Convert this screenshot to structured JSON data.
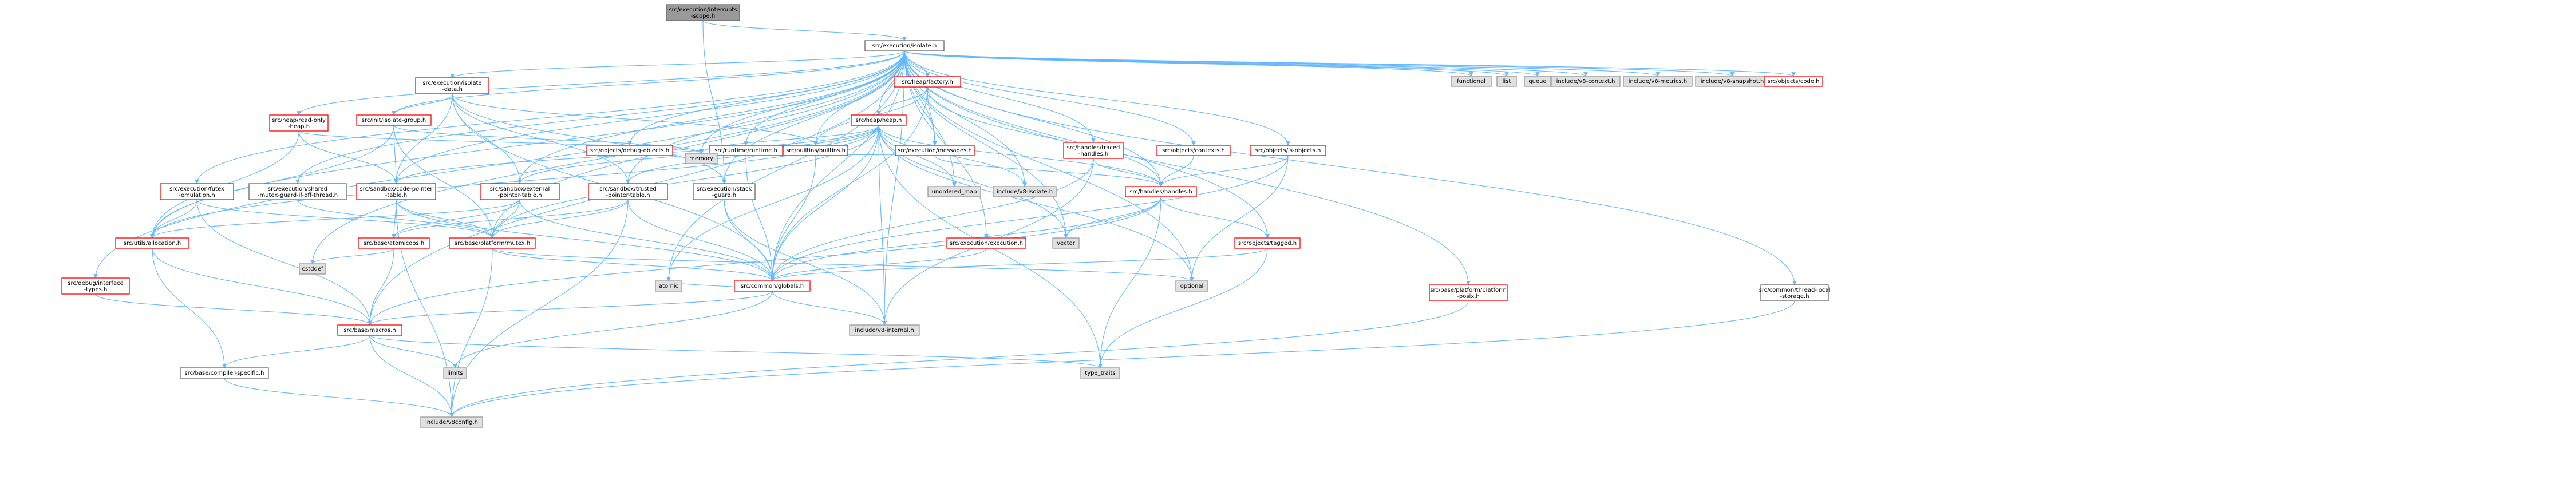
{
  "diagram": {
    "nodes": [
      {
        "id": "interrupts",
        "lines": [
          "src/execution/interrupts",
          "-scope.h"
        ],
        "style": "root"
      },
      {
        "id": "isolate",
        "lines": [
          "src/execution/isolate.h"
        ],
        "style": "black"
      },
      {
        "id": "isolate_data",
        "lines": [
          "src/execution/isolate",
          "-data.h"
        ],
        "style": "red"
      },
      {
        "id": "factory",
        "lines": [
          "src/heap/factory.h"
        ],
        "style": "red"
      },
      {
        "id": "functional",
        "lines": [
          "functional"
        ],
        "style": "gray"
      },
      {
        "id": "list",
        "lines": [
          "list"
        ],
        "style": "gray"
      },
      {
        "id": "queue",
        "lines": [
          "queue"
        ],
        "style": "gray"
      },
      {
        "id": "v8_context",
        "lines": [
          "include/v8-context.h"
        ],
        "style": "gray"
      },
      {
        "id": "v8_metrics",
        "lines": [
          "include/v8-metrics.h"
        ],
        "style": "gray"
      },
      {
        "id": "v8_snapshot",
        "lines": [
          "include/v8-snapshot.h"
        ],
        "style": "gray"
      },
      {
        "id": "objects_code",
        "lines": [
          "src/objects/code.h"
        ],
        "style": "red"
      },
      {
        "id": "readonly_heap",
        "lines": [
          "src/heap/read-only",
          "-heap.h"
        ],
        "style": "red"
      },
      {
        "id": "isolate_group",
        "lines": [
          "src/init/isolate-group.h"
        ],
        "style": "red"
      },
      {
        "id": "debug_objects",
        "lines": [
          "src/objects/debug-objects.h"
        ],
        "style": "red"
      },
      {
        "id": "runtime",
        "lines": [
          "src/runtime/runtime.h"
        ],
        "style": "red"
      },
      {
        "id": "builtins",
        "lines": [
          "src/builtins/builtins.h"
        ],
        "style": "red"
      },
      {
        "id": "messages",
        "lines": [
          "src/execution/messages.h"
        ],
        "style": "red"
      },
      {
        "id": "heap",
        "lines": [
          "src/heap/heap.h"
        ],
        "style": "red"
      },
      {
        "id": "traced_handles",
        "lines": [
          "src/handles/traced",
          "-handles.h"
        ],
        "style": "red"
      },
      {
        "id": "contexts",
        "lines": [
          "src/objects/contexts.h"
        ],
        "style": "red"
      },
      {
        "id": "js_objects",
        "lines": [
          "src/objects/js-objects.h"
        ],
        "style": "red"
      },
      {
        "id": "futex",
        "lines": [
          "src/execution/futex",
          "-emulation.h"
        ],
        "style": "red"
      },
      {
        "id": "shared_mutex",
        "lines": [
          "src/execution/shared",
          "-mutex-guard-if-off-thread.h"
        ],
        "style": "black"
      },
      {
        "id": "code_pointer",
        "lines": [
          "src/sandbox/code-pointer",
          "-table.h"
        ],
        "style": "red"
      },
      {
        "id": "external_pointer",
        "lines": [
          "src/sandbox/external",
          "-pointer-table.h"
        ],
        "style": "red"
      },
      {
        "id": "trusted_pointer",
        "lines": [
          "src/sandbox/trusted",
          "-pointer-table.h"
        ],
        "style": "red"
      },
      {
        "id": "stack_guard",
        "lines": [
          "src/execution/stack",
          "-guard.h"
        ],
        "style": "black"
      },
      {
        "id": "memory",
        "lines": [
          "memory"
        ],
        "style": "gray"
      },
      {
        "id": "unordered_map",
        "lines": [
          "unordered_map"
        ],
        "style": "gray"
      },
      {
        "id": "v8_isolate",
        "lines": [
          "include/v8-isolate.h"
        ],
        "style": "gray"
      },
      {
        "id": "handles",
        "lines": [
          "src/handles/handles.h"
        ],
        "style": "red"
      },
      {
        "id": "allocation",
        "lines": [
          "src/utils/allocation.h"
        ],
        "style": "red"
      },
      {
        "id": "atomicops",
        "lines": [
          "src/base/atomicops.h"
        ],
        "style": "red"
      },
      {
        "id": "mutex",
        "lines": [
          "src/base/platform/mutex.h"
        ],
        "style": "red"
      },
      {
        "id": "vector",
        "lines": [
          "vector"
        ],
        "style": "gray"
      },
      {
        "id": "execution",
        "lines": [
          "src/execution/execution.h"
        ],
        "style": "red"
      },
      {
        "id": "tagged",
        "lines": [
          "src/objects/tagged.h"
        ],
        "style": "red"
      },
      {
        "id": "cstddef",
        "lines": [
          "cstddef"
        ],
        "style": "gray"
      },
      {
        "id": "debug_interface",
        "lines": [
          "src/debug/interface",
          "-types.h"
        ],
        "style": "red"
      },
      {
        "id": "globals",
        "lines": [
          "src/common/globals.h"
        ],
        "style": "red"
      },
      {
        "id": "atomic",
        "lines": [
          "atomic"
        ],
        "style": "gray"
      },
      {
        "id": "optional",
        "lines": [
          "optional"
        ],
        "style": "gray"
      },
      {
        "id": "platform_posix",
        "lines": [
          "src/base/platform/platform",
          "-posix.h"
        ],
        "style": "red"
      },
      {
        "id": "thread_local",
        "lines": [
          "src/common/thread-local",
          "-storage.h"
        ],
        "style": "black"
      },
      {
        "id": "macros",
        "lines": [
          "src/base/macros.h"
        ],
        "style": "red"
      },
      {
        "id": "v8_internal",
        "lines": [
          "include/v8-internal.h"
        ],
        "style": "gray"
      },
      {
        "id": "compiler_specific",
        "lines": [
          "src/base/compiler-specific.h"
        ],
        "style": "black"
      },
      {
        "id": "limits",
        "lines": [
          "limits"
        ],
        "style": "gray"
      },
      {
        "id": "type_traits",
        "lines": [
          "type_traits"
        ],
        "style": "gray"
      },
      {
        "id": "v8config",
        "lines": [
          "include/v8config.h"
        ],
        "style": "gray"
      }
    ],
    "edges": [
      [
        "interrupts",
        "isolate"
      ],
      [
        "interrupts",
        "stack_guard"
      ],
      [
        "isolate",
        "isolate_data"
      ],
      [
        "isolate",
        "factory"
      ],
      [
        "isolate",
        "functional"
      ],
      [
        "isolate",
        "list"
      ],
      [
        "isolate",
        "queue"
      ],
      [
        "isolate",
        "v8_context"
      ],
      [
        "isolate",
        "v8_metrics"
      ],
      [
        "isolate",
        "v8_snapshot"
      ],
      [
        "isolate",
        "objects_code"
      ],
      [
        "isolate",
        "readonly_heap"
      ],
      [
        "isolate",
        "isolate_group"
      ],
      [
        "isolate",
        "debug_objects"
      ],
      [
        "isolate",
        "runtime"
      ],
      [
        "isolate",
        "builtins"
      ],
      [
        "isolate",
        "messages"
      ],
      [
        "isolate",
        "heap"
      ],
      [
        "isolate",
        "traced_handles"
      ],
      [
        "isolate",
        "contexts"
      ],
      [
        "isolate",
        "js_objects"
      ],
      [
        "isolate",
        "futex"
      ],
      [
        "isolate",
        "shared_mutex"
      ],
      [
        "isolate",
        "code_pointer"
      ],
      [
        "isolate",
        "external_pointer"
      ],
      [
        "isolate",
        "trusted_pointer"
      ],
      [
        "isolate",
        "stack_guard"
      ],
      [
        "isolate",
        "memory"
      ],
      [
        "isolate",
        "unordered_map"
      ],
      [
        "isolate",
        "v8_isolate"
      ],
      [
        "isolate",
        "handles"
      ],
      [
        "isolate",
        "allocation"
      ],
      [
        "isolate",
        "mutex"
      ],
      [
        "isolate",
        "vector"
      ],
      [
        "isolate",
        "tagged"
      ],
      [
        "isolate",
        "debug_interface"
      ],
      [
        "isolate",
        "globals"
      ],
      [
        "isolate",
        "atomic"
      ],
      [
        "isolate",
        "optional"
      ],
      [
        "isolate",
        "platform_posix"
      ],
      [
        "isolate",
        "thread_local"
      ],
      [
        "isolate",
        "macros"
      ],
      [
        "isolate",
        "v8_internal"
      ],
      [
        "isolate",
        "cstddef"
      ],
      [
        "isolate",
        "execution"
      ],
      [
        "isolate_data",
        "builtins"
      ],
      [
        "isolate_data",
        "isolate_group"
      ],
      [
        "isolate_data",
        "external_pointer"
      ],
      [
        "isolate_data",
        "trusted_pointer"
      ],
      [
        "isolate_data",
        "code_pointer"
      ],
      [
        "isolate_data",
        "stack_guard"
      ],
      [
        "isolate_data",
        "globals"
      ],
      [
        "factory",
        "heap"
      ],
      [
        "factory",
        "builtins"
      ],
      [
        "factory",
        "messages"
      ],
      [
        "factory",
        "handles"
      ],
      [
        "factory",
        "globals"
      ],
      [
        "readonly_heap",
        "code_pointer"
      ],
      [
        "readonly_heap",
        "allocation"
      ],
      [
        "readonly_heap",
        "memory"
      ],
      [
        "isolate_group",
        "code_pointer"
      ],
      [
        "isolate_group",
        "memory"
      ],
      [
        "isolate_group",
        "mutex"
      ],
      [
        "isolate_group",
        "allocation"
      ],
      [
        "debug_objects",
        "memory"
      ],
      [
        "runtime",
        "memory"
      ],
      [
        "runtime",
        "globals"
      ],
      [
        "builtins",
        "globals"
      ],
      [
        "messages",
        "memory"
      ],
      [
        "messages",
        "handles"
      ],
      [
        "heap",
        "memory"
      ],
      [
        "heap",
        "unordered_map"
      ],
      [
        "heap",
        "v8_isolate"
      ],
      [
        "heap",
        "handles"
      ],
      [
        "heap",
        "code_pointer"
      ],
      [
        "heap",
        "external_pointer"
      ],
      [
        "heap",
        "trusted_pointer"
      ],
      [
        "heap",
        "allocation"
      ],
      [
        "heap",
        "mutex"
      ],
      [
        "heap",
        "atomic"
      ],
      [
        "heap",
        "vector"
      ],
      [
        "heap",
        "optional"
      ],
      [
        "heap",
        "globals"
      ],
      [
        "heap",
        "v8_internal"
      ],
      [
        "heap",
        "type_traits"
      ],
      [
        "traced_handles",
        "handles"
      ],
      [
        "traced_handles",
        "globals"
      ],
      [
        "traced_handles",
        "v8_internal"
      ],
      [
        "contexts",
        "handles"
      ],
      [
        "js_objects",
        "handles"
      ],
      [
        "js_objects",
        "optional"
      ],
      [
        "js_objects",
        "globals"
      ],
      [
        "futex",
        "allocation"
      ],
      [
        "futex",
        "mutex"
      ],
      [
        "futex",
        "macros"
      ],
      [
        "shared_mutex",
        "mutex"
      ],
      [
        "code_pointer",
        "atomicops"
      ],
      [
        "code_pointer",
        "mutex"
      ],
      [
        "code_pointer",
        "globals"
      ],
      [
        "code_pointer",
        "v8config"
      ],
      [
        "external_pointer",
        "atomicops"
      ],
      [
        "external_pointer",
        "mutex"
      ],
      [
        "external_pointer",
        "globals"
      ],
      [
        "external_pointer",
        "allocation"
      ],
      [
        "trusted_pointer",
        "atomicops"
      ],
      [
        "trusted_pointer",
        "mutex"
      ],
      [
        "trusted_pointer",
        "globals"
      ],
      [
        "trusted_pointer",
        "v8config"
      ],
      [
        "stack_guard",
        "globals"
      ],
      [
        "stack_guard",
        "v8_internal"
      ],
      [
        "handles",
        "tagged"
      ],
      [
        "handles",
        "globals"
      ],
      [
        "handles",
        "macros"
      ],
      [
        "handles",
        "type_traits"
      ],
      [
        "handles",
        "vector"
      ],
      [
        "allocation",
        "compiler_specific"
      ],
      [
        "allocation",
        "macros"
      ],
      [
        "atomicops",
        "macros"
      ],
      [
        "atomicops",
        "cstddef"
      ],
      [
        "mutex",
        "optional"
      ],
      [
        "mutex",
        "globals"
      ],
      [
        "mutex",
        "v8config"
      ],
      [
        "execution",
        "globals"
      ],
      [
        "tagged",
        "globals"
      ],
      [
        "tagged",
        "type_traits"
      ],
      [
        "debug_interface",
        "macros"
      ],
      [
        "globals",
        "macros"
      ],
      [
        "globals",
        "v8_internal"
      ],
      [
        "globals",
        "limits"
      ],
      [
        "globals",
        "atomic"
      ],
      [
        "macros",
        "compiler_specific"
      ],
      [
        "macros",
        "limits"
      ],
      [
        "macros",
        "v8config"
      ],
      [
        "macros",
        "type_traits"
      ],
      [
        "compiler_specific",
        "v8config"
      ],
      [
        "platform_posix",
        "v8config"
      ],
      [
        "thread_local",
        "v8config"
      ]
    ]
  }
}
